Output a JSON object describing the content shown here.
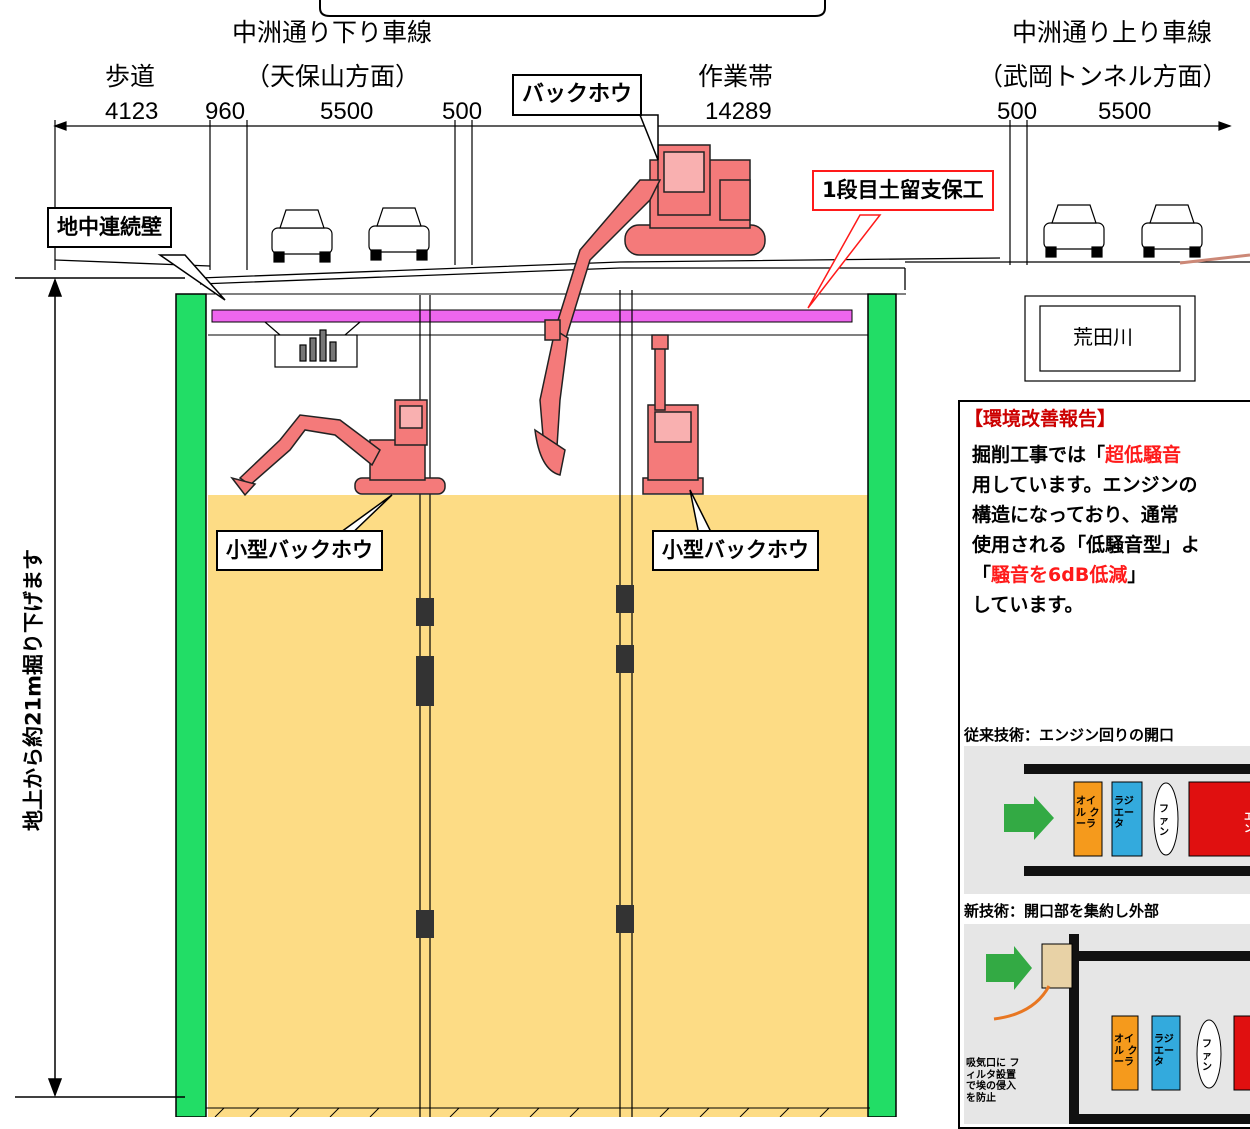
{
  "header": {
    "left_road": "中洲通り下り車線",
    "left_direction": "（天保山方面）",
    "right_road": "中洲通り上り車線",
    "right_direction": "（武岡トンネル方面）",
    "sidewalk": "歩道",
    "work_zone": "作業帯"
  },
  "dimensions": [
    "4123",
    "960",
    "5500",
    "500",
    "14289",
    "500",
    "5500"
  ],
  "callouts": {
    "backhoe": "バックホウ",
    "wall": "地中連続壁",
    "support": "1段目土留支保工",
    "small_backhoe_left": "小型バックホウ",
    "small_backhoe_right": "小型バックホウ",
    "river": "荒田川"
  },
  "depth_label": "地上から約21m掘り下げます",
  "report": {
    "title": "【環境改善報告】",
    "line1_a": "掘削工事では「",
    "line1_red": "超低騒音",
    "line2": "用しています。エンジンの",
    "line3": "構造になっており、通常",
    "line4": "使用される「低騒音型」よ",
    "line5_a": "「",
    "line5_red": "騒音を6dB低減",
    "line5_b": "」",
    "line6": "しています。",
    "panel1_title": "従来技術：エンジン回りの開口",
    "panel2_title": "新技術：開口部を集約し外部",
    "oil_cooler": "オイル クーラ",
    "radiator": "ラジ エータ",
    "fan": "ファン",
    "engine": "エン",
    "intake_note": "吸気口に フィルタ設置 で埃の侵入 を防止"
  },
  "colors": {
    "wall": "#22dd66",
    "soil": "#fddc85",
    "support": "#ee66ee",
    "machine": "#f47a7a",
    "highlight": "#ff1a1a"
  }
}
